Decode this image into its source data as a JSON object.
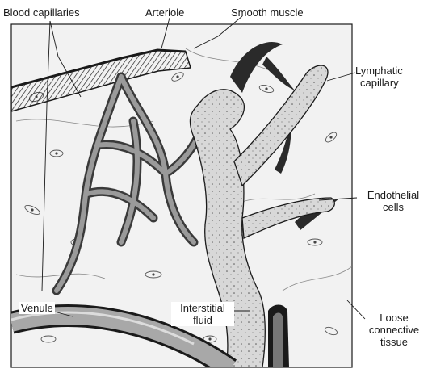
{
  "figure": {
    "labels": {
      "blood_capillaries": "Blood capillaries",
      "arteriole": "Arteriole",
      "smooth_muscle": "Smooth muscle",
      "lymphatic_capillary": [
        "Lymphatic",
        "capillary"
      ],
      "endothelial_cells": [
        "Endothelial",
        "cells"
      ],
      "venule": "Venule",
      "interstitial_fluid": [
        "Interstitial",
        "fluid"
      ],
      "loose_connective_tissue": [
        "Loose",
        "connective",
        "tissue"
      ]
    },
    "colors": {
      "ink": "#1a1a1a",
      "vessel_fill": "#8a8a8a",
      "vessel_dark": "#3a3a3a",
      "lymph_fill": "#d8d8d8",
      "tissue_bg": "#f2f2f2"
    }
  }
}
